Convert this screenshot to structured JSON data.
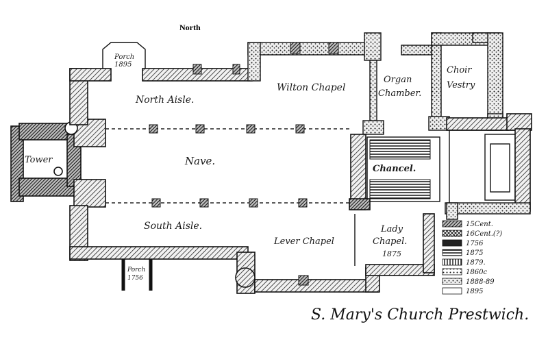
{
  "compass": {
    "north": "North"
  },
  "rooms": {
    "porch_north": [
      "Porch",
      "1895"
    ],
    "north_aisle": "North Aisle.",
    "wilton_chapel": "Wilton Chapel",
    "organ_chamber": [
      "Organ",
      "Chamber."
    ],
    "choir_vestry": [
      "Choir",
      "Vestry"
    ],
    "tower": "Tower",
    "nave": "Nave.",
    "chancel": "Chancel.",
    "south_aisle": "South Aisle.",
    "lever_chapel": "Lever Chapel",
    "lady_chapel": [
      "Lady",
      "Chapel.",
      "1875"
    ],
    "porch_south": [
      "Porch",
      "1756"
    ]
  },
  "legend": [
    {
      "label": "15Cent.",
      "pattern": "hatch-dense"
    },
    {
      "label": "16Cent.(?)",
      "pattern": "hatch-cross"
    },
    {
      "label": "1756",
      "pattern": "solid-dark"
    },
    {
      "label": "1875",
      "pattern": "hatch-horizontal"
    },
    {
      "label": "1879.",
      "pattern": "hatch-vertical"
    },
    {
      "label": "1860c",
      "pattern": "dots"
    },
    {
      "label": "1888-89",
      "pattern": "stipple"
    },
    {
      "label": "1895",
      "pattern": "blank"
    }
  ],
  "title": "S. Mary's Church Prestwich."
}
